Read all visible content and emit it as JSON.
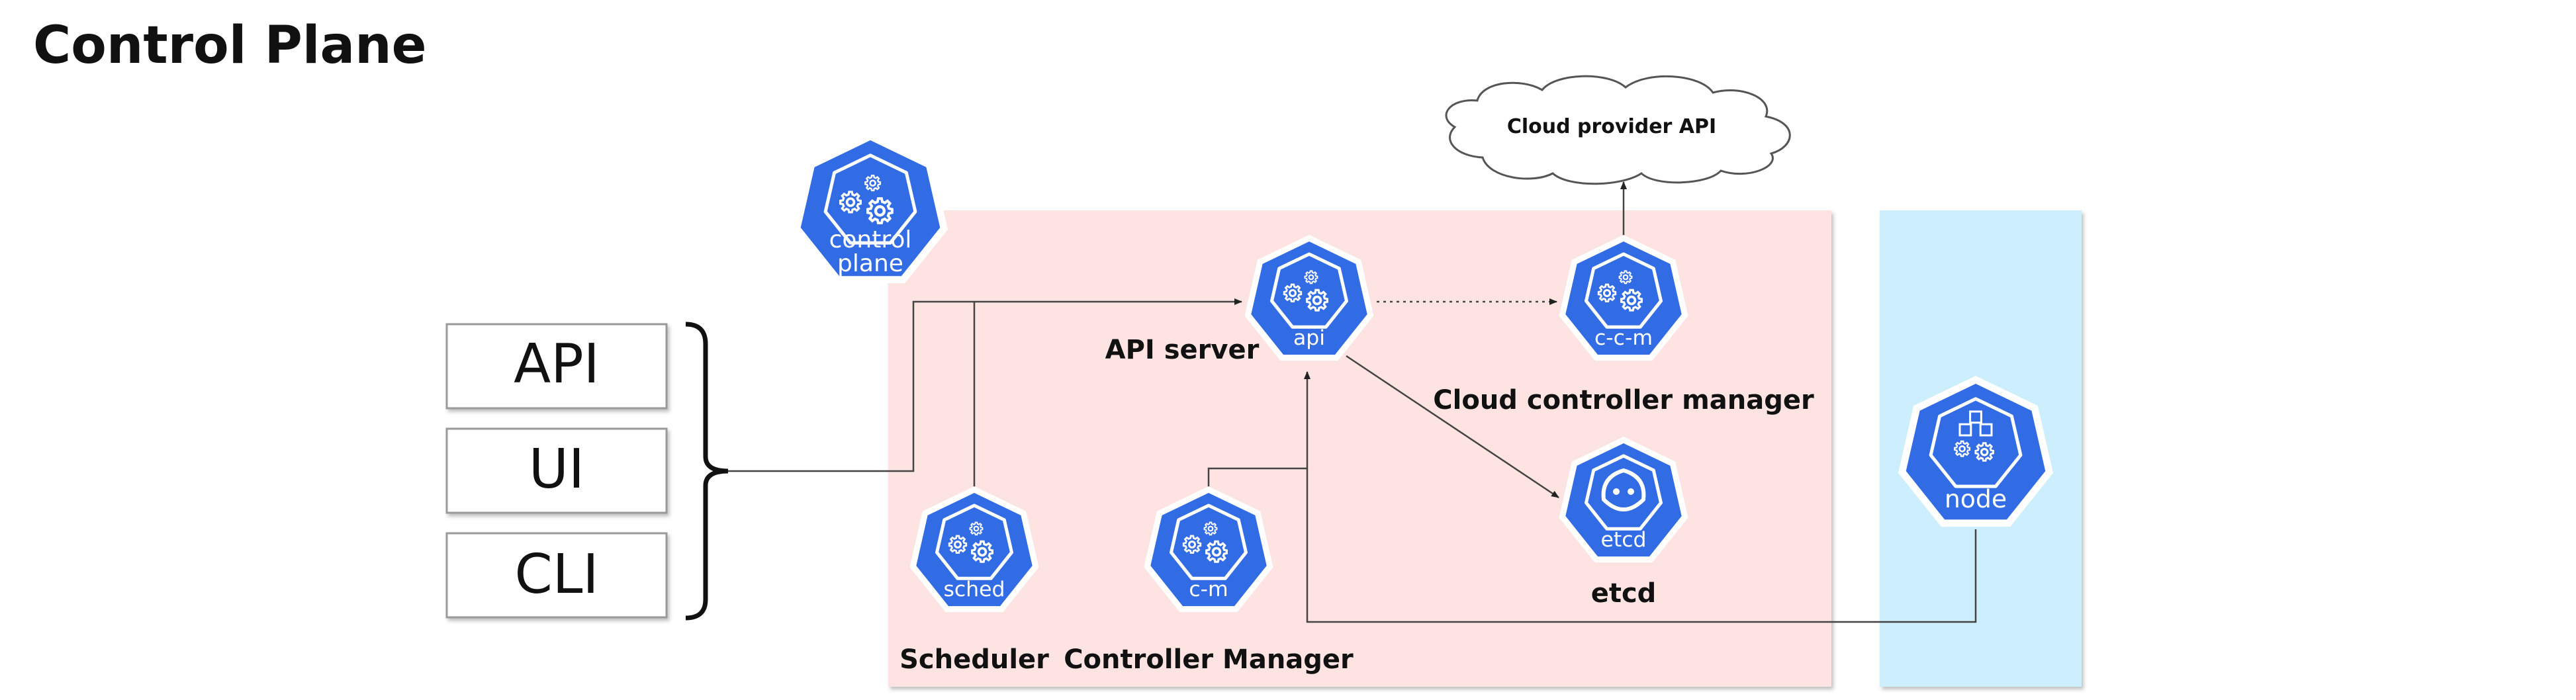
{
  "page": {
    "title": "Control Plane"
  },
  "clients": [
    {
      "id": "api",
      "label": "API"
    },
    {
      "id": "ui",
      "label": "UI"
    },
    {
      "id": "cli",
      "label": "CLI"
    }
  ],
  "cloud": {
    "label": "Cloud provider API"
  },
  "badges": {
    "control_plane": {
      "line1": "control",
      "line2": "plane"
    },
    "api": {
      "text": "api"
    },
    "ccm": {
      "text": "c-c-m"
    },
    "sched": {
      "text": "sched"
    },
    "cm": {
      "text": "c-m"
    },
    "etcd": {
      "text": "etcd"
    },
    "node": {
      "text": "node"
    }
  },
  "components": {
    "api_server": "API server",
    "cloud_controller_manager": "Cloud controller manager",
    "etcd": "etcd",
    "scheduler": "Scheduler",
    "controller_manager": "Controller Manager"
  },
  "colors": {
    "k8s_blue": "#326ce5",
    "control_plane_bg": "#fde3e1",
    "node_bg": "#cdeefc",
    "line": "#444444"
  }
}
